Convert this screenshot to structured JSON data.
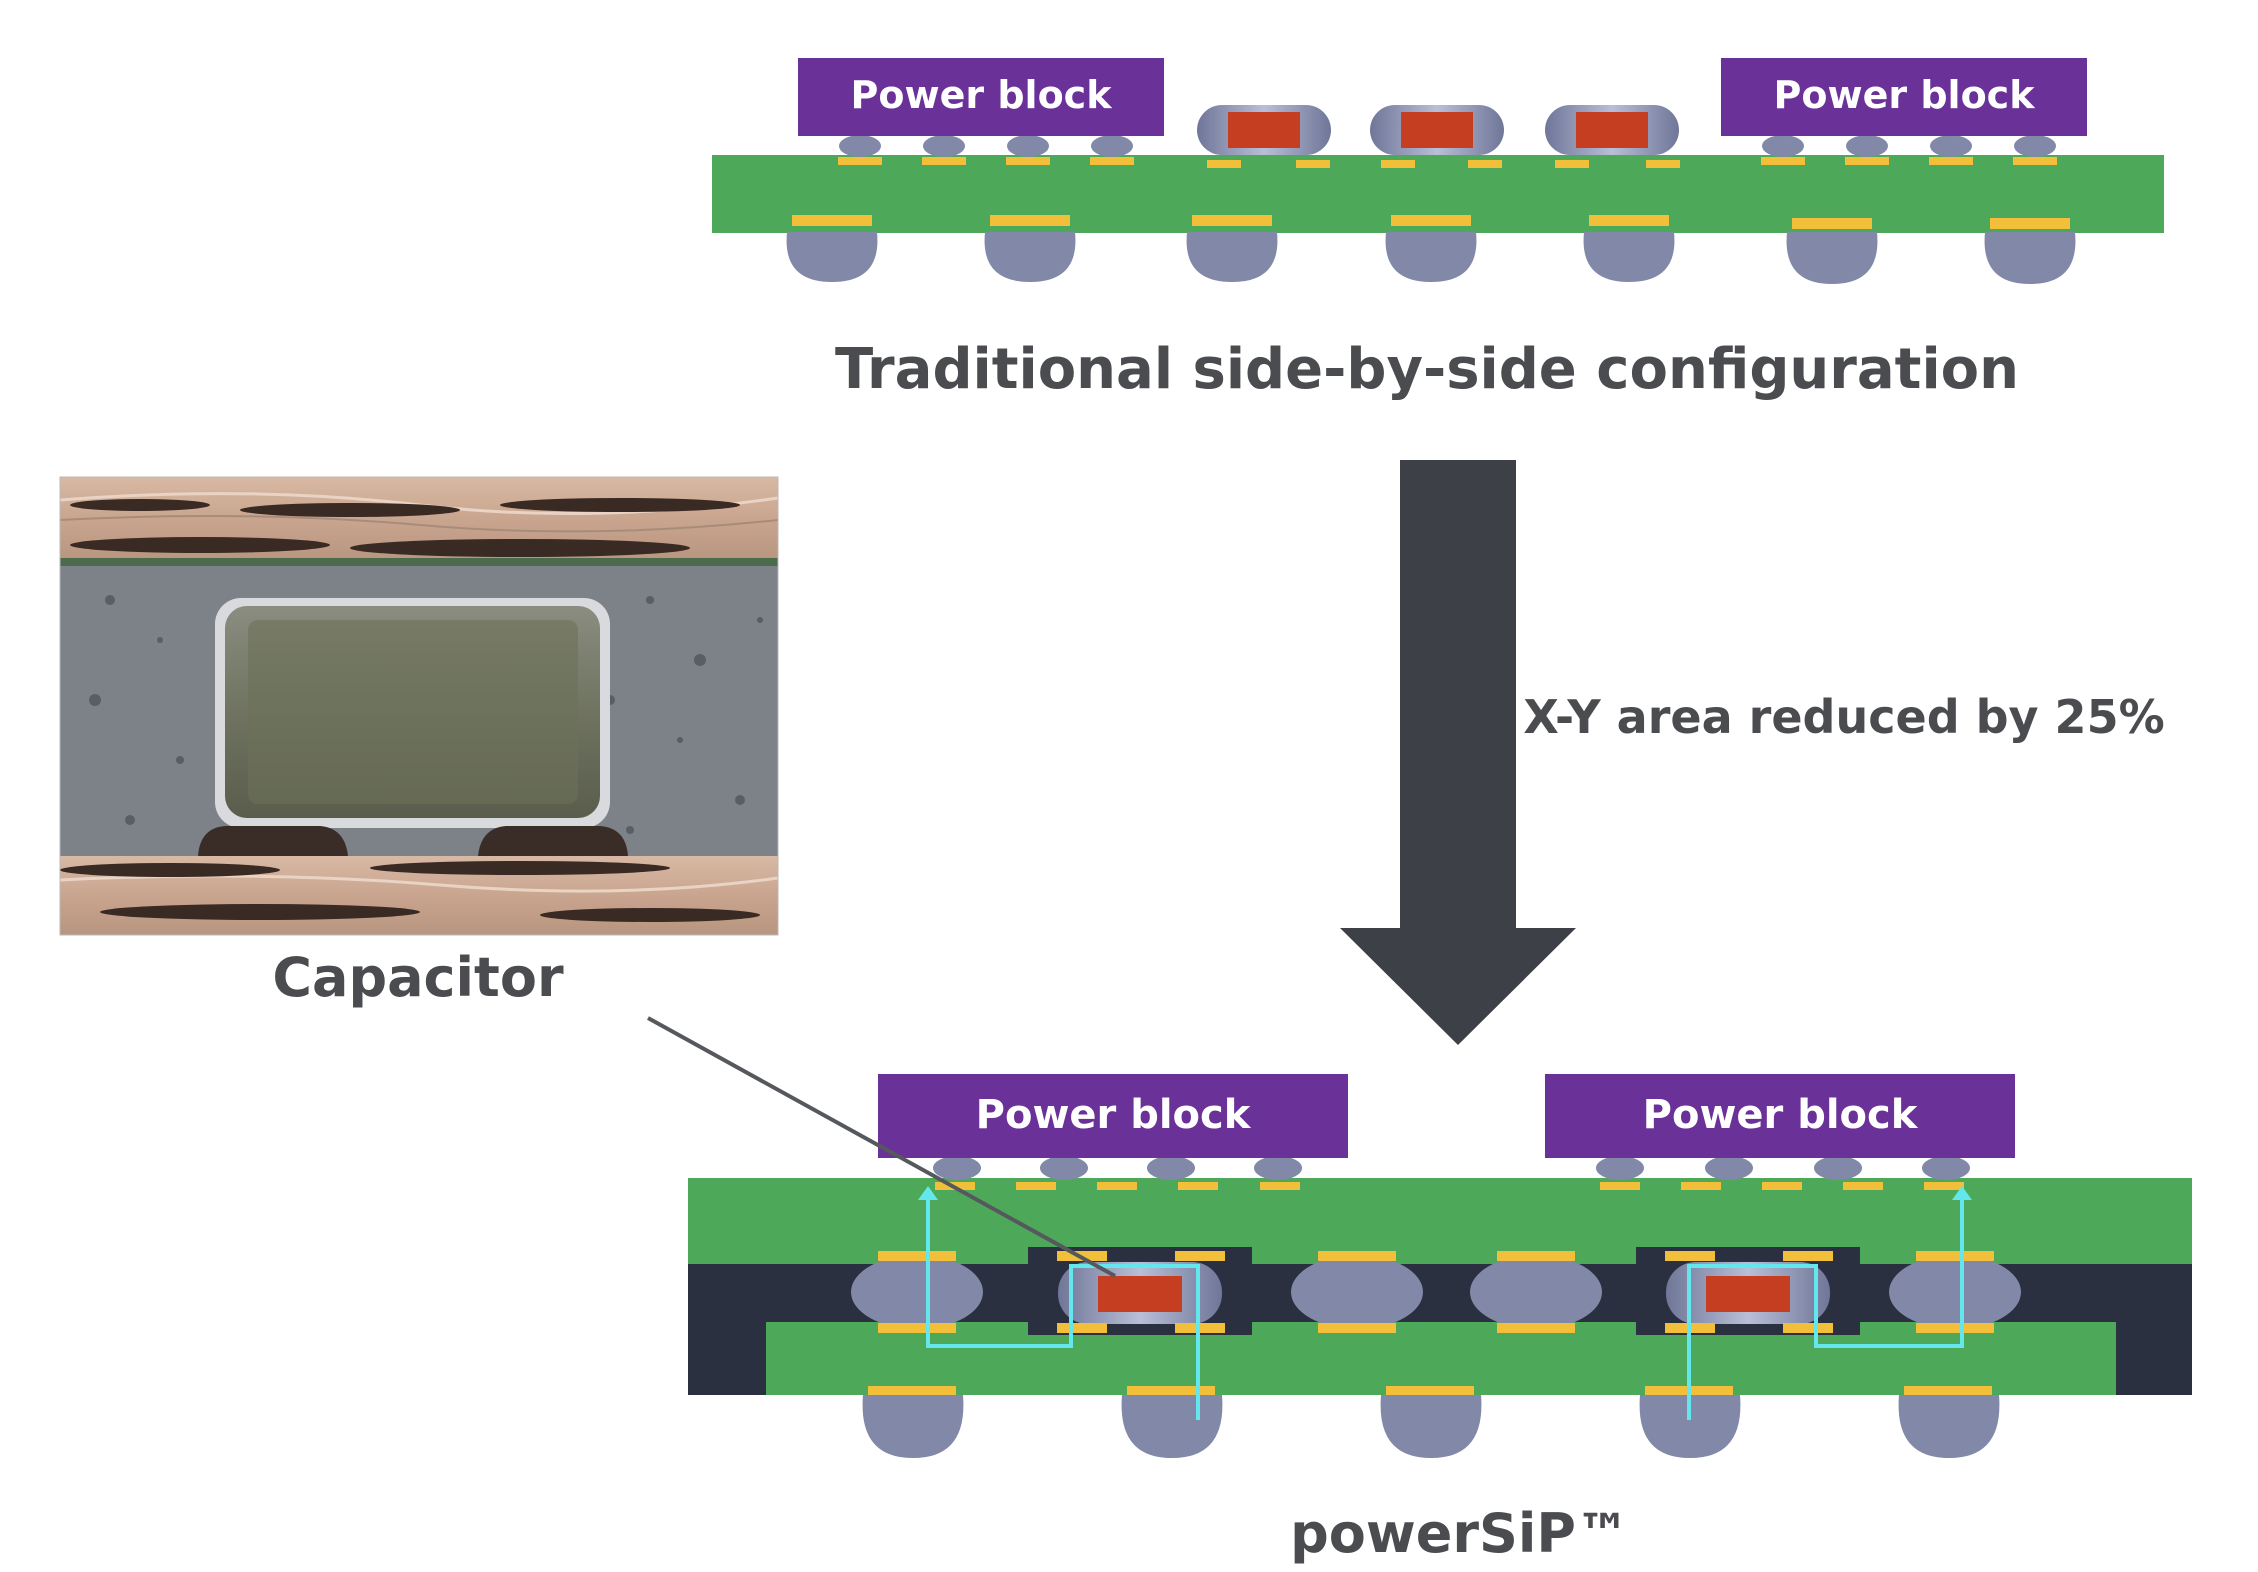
{
  "top_diagram": {
    "power_block_left": "Power block",
    "power_block_right": "Power block",
    "caption": "Traditional side-by-side configuration"
  },
  "arrow": {
    "label": "X-Y area reduced by 25%"
  },
  "photo": {
    "caption": "Capacitor"
  },
  "bottom_diagram": {
    "power_block_left": "Power block",
    "power_block_right": "Power block",
    "caption": "powerSiP™"
  },
  "colors": {
    "power_block": "#6a3199",
    "pcb_green": "#4ea85a",
    "pad_gold": "#f2bf3a",
    "solder_ball": "#8289a8",
    "capacitor_red": "#c53e22",
    "mold_dark": "#2b3040",
    "current_path": "#63e6ec",
    "arrow": "#3d4046",
    "text": "#4a4c4f"
  }
}
